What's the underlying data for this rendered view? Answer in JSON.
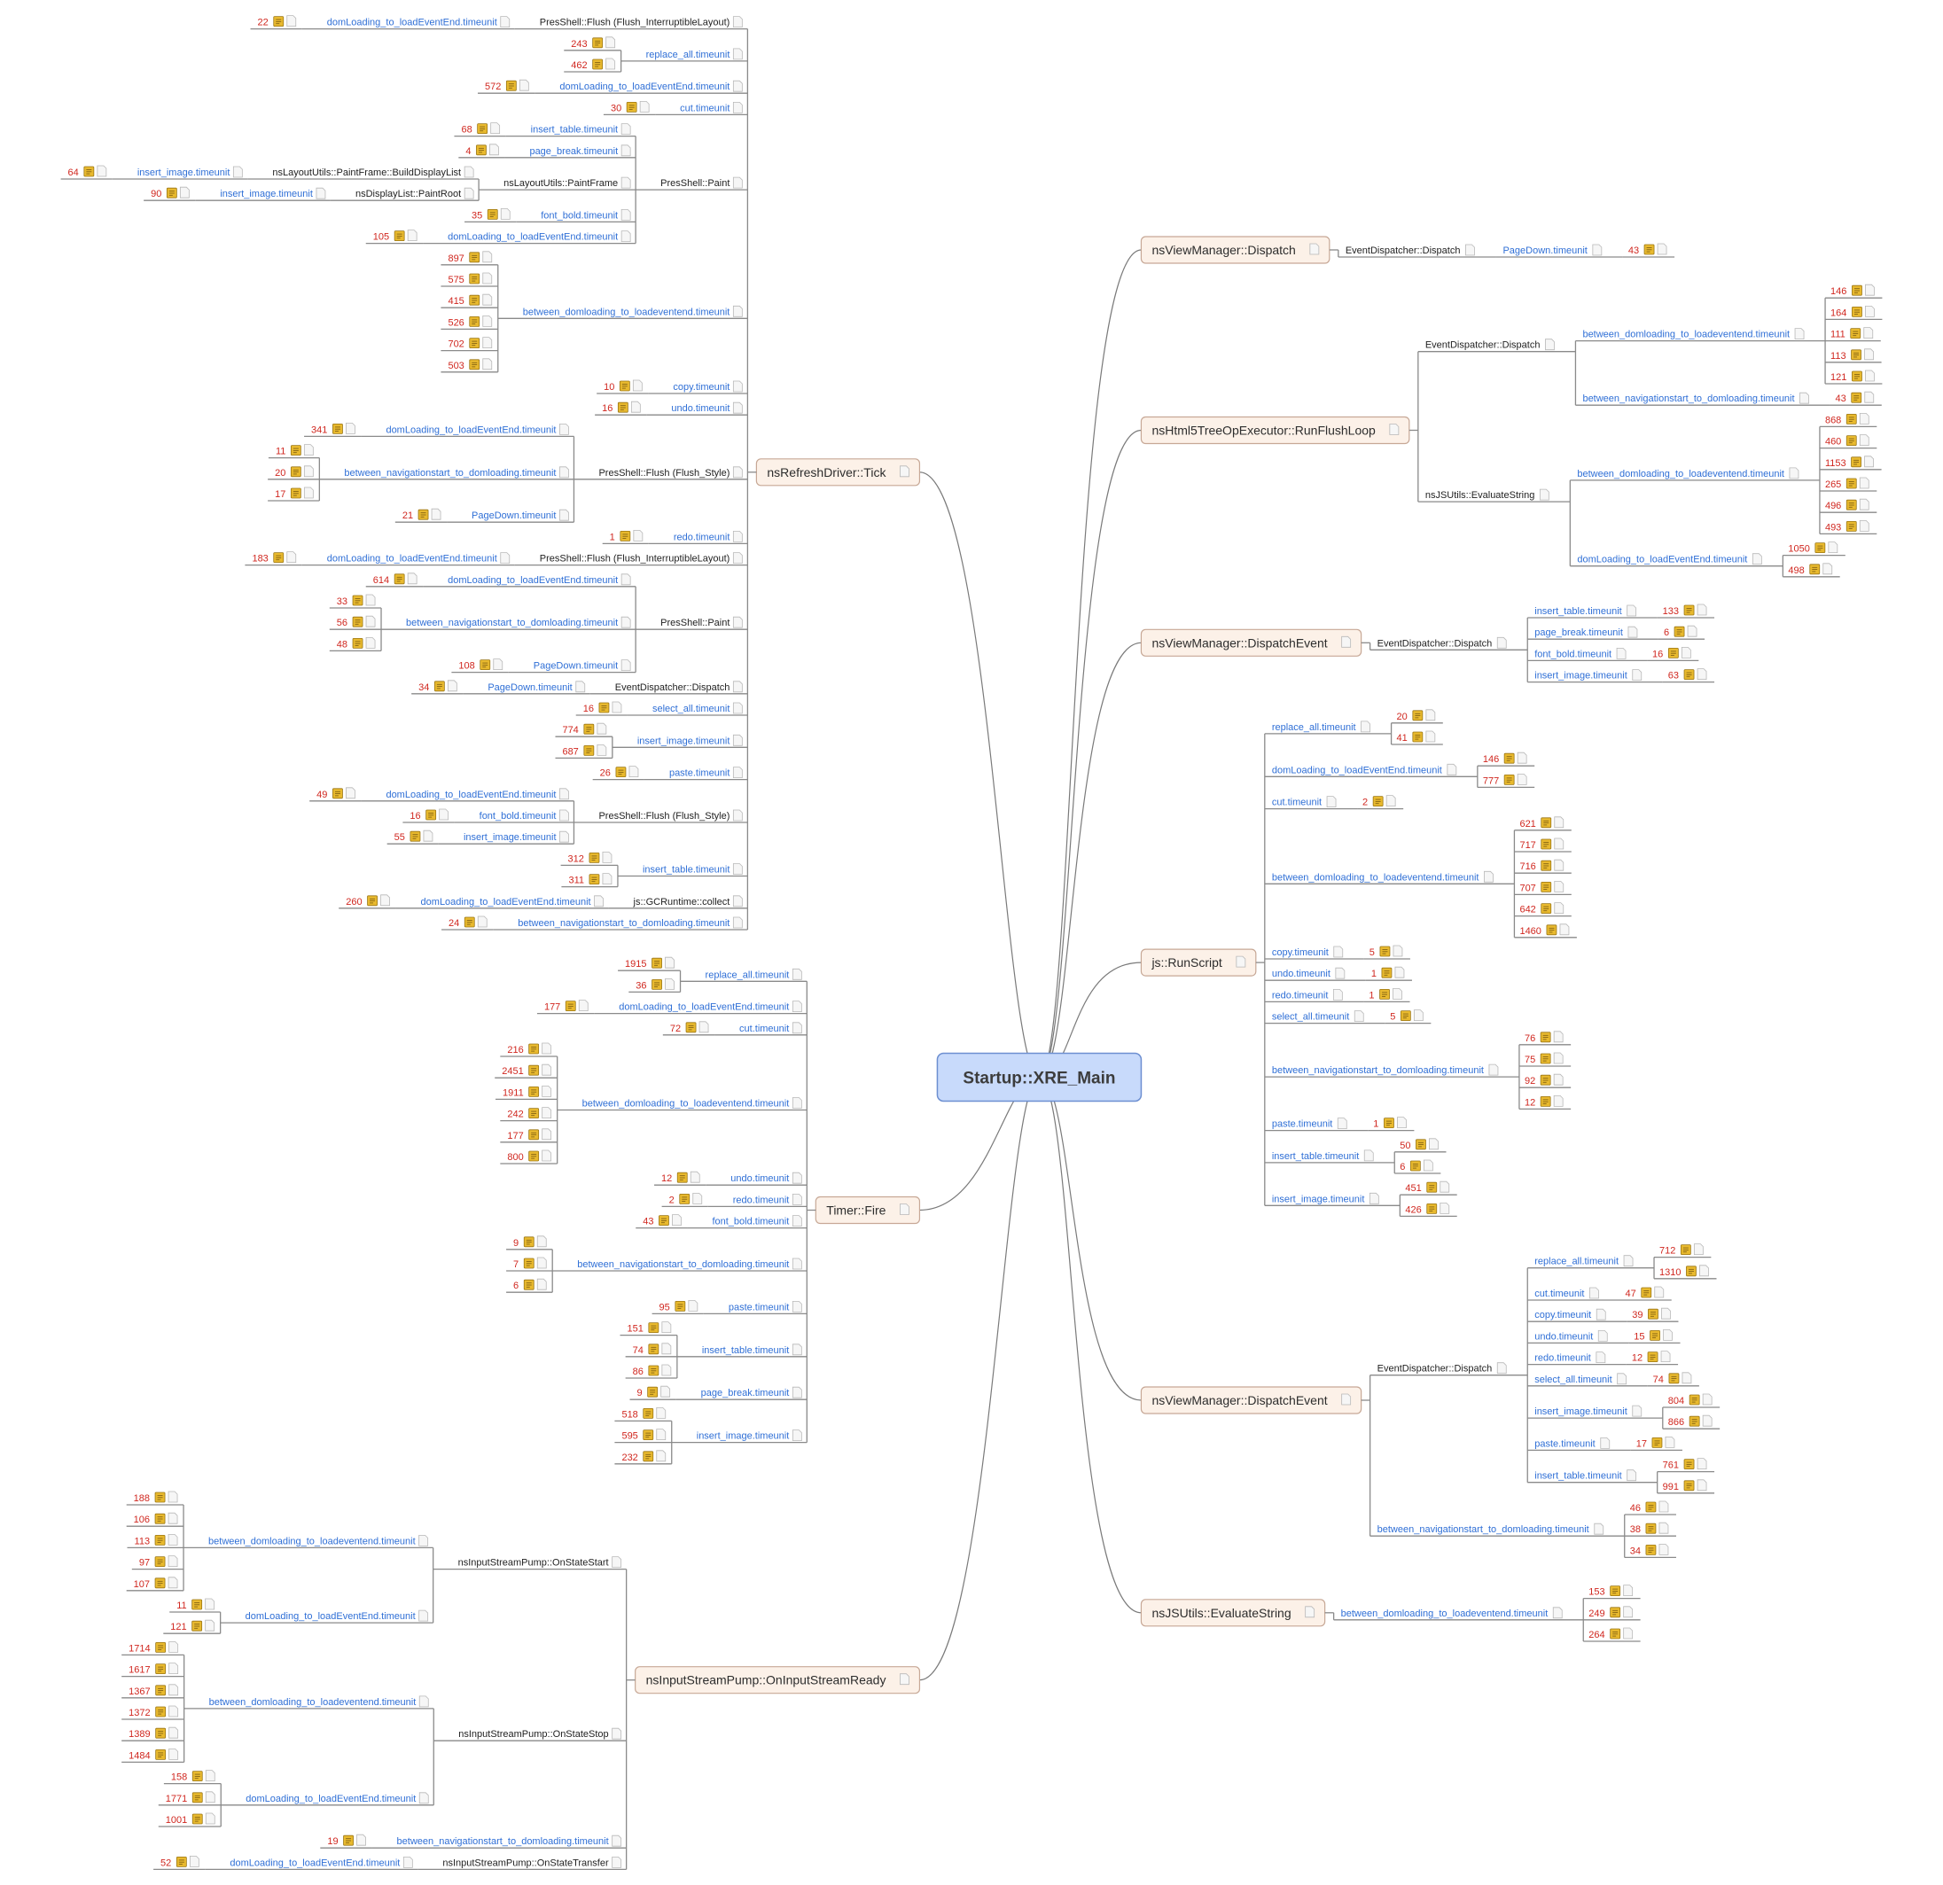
{
  "root": "Startup::XRE_Main",
  "branches": [
    {
      "side": "left",
      "label": "nsRefreshDriver::Tick",
      "children": [
        {
          "label": "PresShell::Flush (Flush_InterruptibleLayout)",
          "children": [
            {
              "label": "domLoading_to_loadEventEnd.timeunit",
              "values": [
                "22"
              ]
            }
          ]
        },
        {
          "label": "replace_all.timeunit",
          "values": [
            "243",
            "462"
          ]
        },
        {
          "label": "domLoading_to_loadEventEnd.timeunit",
          "values": [
            "572"
          ]
        },
        {
          "label": "cut.timeunit",
          "values": [
            "30"
          ]
        },
        {
          "label": "PresShell::Paint",
          "children": [
            {
              "label": "insert_table.timeunit",
              "values": [
                "68"
              ]
            },
            {
              "label": "page_break.timeunit",
              "values": [
                "4"
              ]
            },
            {
              "label": "nsLayoutUtils::PaintFrame",
              "children": [
                {
                  "label": "nsLayoutUtils::PaintFrame::BuildDisplayList",
                  "children": [
                    {
                      "label": "insert_image.timeunit",
                      "values": [
                        "64"
                      ]
                    }
                  ]
                },
                {
                  "label": "nsDisplayList::PaintRoot",
                  "children": [
                    {
                      "label": "insert_image.timeunit",
                      "values": [
                        "90"
                      ]
                    }
                  ]
                }
              ]
            },
            {
              "label": "font_bold.timeunit",
              "values": [
                "35"
              ]
            },
            {
              "label": "domLoading_to_loadEventEnd.timeunit",
              "values": [
                "105"
              ]
            }
          ]
        },
        {
          "label": "between_domloading_to_loadeventend.timeunit",
          "values": [
            "897",
            "575",
            "415",
            "526",
            "702",
            "503"
          ]
        },
        {
          "label": "copy.timeunit",
          "values": [
            "10"
          ]
        },
        {
          "label": "undo.timeunit",
          "values": [
            "16"
          ]
        },
        {
          "label": "PresShell::Flush (Flush_Style)",
          "children": [
            {
              "label": "domLoading_to_loadEventEnd.timeunit",
              "values": [
                "341"
              ]
            },
            {
              "label": "between_navigationstart_to_domloading.timeunit",
              "values": [
                "11",
                "20",
                "17"
              ]
            },
            {
              "label": "PageDown.timeunit",
              "values": [
                "21"
              ]
            }
          ]
        },
        {
          "label": "redo.timeunit",
          "values": [
            "1"
          ]
        },
        {
          "label": "PresShell::Flush (Flush_InterruptibleLayout)",
          "children": [
            {
              "label": "domLoading_to_loadEventEnd.timeunit",
              "values": [
                "183"
              ]
            }
          ]
        },
        {
          "label": "PresShell::Paint",
          "children": [
            {
              "label": "domLoading_to_loadEventEnd.timeunit",
              "values": [
                "614"
              ]
            },
            {
              "label": "between_navigationstart_to_domloading.timeunit",
              "values": [
                "33",
                "56",
                "48"
              ]
            },
            {
              "label": "PageDown.timeunit",
              "values": [
                "108"
              ]
            }
          ]
        },
        {
          "label": "EventDispatcher::Dispatch",
          "children": [
            {
              "label": "PageDown.timeunit",
              "values": [
                "34"
              ]
            }
          ]
        },
        {
          "label": "select_all.timeunit",
          "values": [
            "16"
          ]
        },
        {
          "label": "insert_image.timeunit",
          "values": [
            "774",
            "687"
          ]
        },
        {
          "label": "paste.timeunit",
          "values": [
            "26"
          ]
        },
        {
          "label": "PresShell::Flush (Flush_Style)",
          "children": [
            {
              "label": "domLoading_to_loadEventEnd.timeunit",
              "values": [
                "49"
              ]
            },
            {
              "label": "font_bold.timeunit",
              "values": [
                "16"
              ]
            },
            {
              "label": "insert_image.timeunit",
              "values": [
                "55"
              ]
            }
          ]
        },
        {
          "label": "insert_table.timeunit",
          "values": [
            "312",
            "311"
          ]
        },
        {
          "label": "js::GCRuntime::collect",
          "children": [
            {
              "label": "domLoading_to_loadEventEnd.timeunit",
              "values": [
                "260"
              ]
            }
          ]
        },
        {
          "label": "between_navigationstart_to_domloading.timeunit",
          "values": [
            "24"
          ]
        }
      ]
    },
    {
      "side": "left",
      "label": "Timer::Fire",
      "children": [
        {
          "label": "replace_all.timeunit",
          "values": [
            "1915",
            "36"
          ]
        },
        {
          "label": "domLoading_to_loadEventEnd.timeunit",
          "values": [
            "177"
          ]
        },
        {
          "label": "cut.timeunit",
          "values": [
            "72"
          ]
        },
        {
          "label": "between_domloading_to_loadeventend.timeunit",
          "values": [
            "216",
            "2451",
            "1911",
            "242",
            "177",
            "800"
          ]
        },
        {
          "label": "undo.timeunit",
          "values": [
            "12"
          ]
        },
        {
          "label": "redo.timeunit",
          "values": [
            "2"
          ]
        },
        {
          "label": "font_bold.timeunit",
          "values": [
            "43"
          ]
        },
        {
          "label": "between_navigationstart_to_domloading.timeunit",
          "values": [
            "9",
            "7",
            "6"
          ]
        },
        {
          "label": "paste.timeunit",
          "values": [
            "95"
          ]
        },
        {
          "label": "insert_table.timeunit",
          "values": [
            "151",
            "74",
            "86"
          ]
        },
        {
          "label": "page_break.timeunit",
          "values": [
            "9"
          ]
        },
        {
          "label": "insert_image.timeunit",
          "values": [
            "518",
            "595",
            "232"
          ]
        }
      ]
    },
    {
      "side": "left",
      "label": "nsInputStreamPump::OnInputStreamReady",
      "children": [
        {
          "label": "nsInputStreamPump::OnStateStart",
          "children": [
            {
              "label": "between_domloading_to_loadeventend.timeunit",
              "values": [
                "188",
                "106",
                "113",
                "97",
                "107"
              ]
            },
            {
              "label": "domLoading_to_loadEventEnd.timeunit",
              "values": [
                "11",
                "121"
              ]
            }
          ]
        },
        {
          "label": "nsInputStreamPump::OnStateStop",
          "children": [
            {
              "label": "between_domloading_to_loadeventend.timeunit",
              "values": [
                "1714",
                "1617",
                "1367",
                "1372",
                "1389",
                "1484"
              ]
            },
            {
              "label": "domLoading_to_loadEventEnd.timeunit",
              "values": [
                "158",
                "1771",
                "1001"
              ]
            }
          ]
        },
        {
          "label": "between_navigationstart_to_domloading.timeunit",
          "values": [
            "19"
          ]
        },
        {
          "label": "nsInputStreamPump::OnStateTransfer",
          "children": [
            {
              "label": "domLoading_to_loadEventEnd.timeunit",
              "values": [
                "52"
              ]
            }
          ]
        }
      ]
    },
    {
      "side": "right",
      "label": "nsViewManager::Dispatch",
      "children": [
        {
          "label": "EventDispatcher::Dispatch",
          "children": [
            {
              "label": "PageDown.timeunit",
              "values": [
                "43"
              ]
            }
          ]
        }
      ]
    },
    {
      "side": "right",
      "label": "nsHtml5TreeOpExecutor::RunFlushLoop",
      "children": [
        {
          "label": "EventDispatcher::Dispatch",
          "children": [
            {
              "label": "between_domloading_to_loadeventend.timeunit",
              "values": [
                "146",
                "164",
                "111",
                "113",
                "121"
              ]
            },
            {
              "label": "between_navigationstart_to_domloading.timeunit",
              "values": [
                "43"
              ]
            }
          ]
        },
        {
          "label": "nsJSUtils::EvaluateString",
          "children": [
            {
              "label": "between_domloading_to_loadeventend.timeunit",
              "values": [
                "868",
                "460",
                "1153",
                "265",
                "496",
                "493"
              ]
            },
            {
              "label": "domLoading_to_loadEventEnd.timeunit",
              "values": [
                "1050",
                "498"
              ]
            }
          ]
        }
      ]
    },
    {
      "side": "right",
      "label": "nsViewManager::DispatchEvent",
      "children": [
        {
          "label": "EventDispatcher::Dispatch",
          "children": [
            {
              "label": "insert_table.timeunit",
              "values": [
                "133"
              ]
            },
            {
              "label": "page_break.timeunit",
              "values": [
                "6"
              ]
            },
            {
              "label": "font_bold.timeunit",
              "values": [
                "16"
              ]
            },
            {
              "label": "insert_image.timeunit",
              "values": [
                "63"
              ]
            }
          ]
        }
      ]
    },
    {
      "side": "right",
      "label": "js::RunScript",
      "children": [
        {
          "label": "replace_all.timeunit",
          "values": [
            "20",
            "41"
          ]
        },
        {
          "label": "domLoading_to_loadEventEnd.timeunit",
          "values": [
            "146",
            "777"
          ]
        },
        {
          "label": "cut.timeunit",
          "values": [
            "2"
          ]
        },
        {
          "label": "between_domloading_to_loadeventend.timeunit",
          "values": [
            "621",
            "717",
            "716",
            "707",
            "642",
            "1460"
          ]
        },
        {
          "label": "copy.timeunit",
          "values": [
            "5"
          ]
        },
        {
          "label": "undo.timeunit",
          "values": [
            "1"
          ]
        },
        {
          "label": "redo.timeunit",
          "values": [
            "1"
          ]
        },
        {
          "label": "select_all.timeunit",
          "values": [
            "5"
          ]
        },
        {
          "label": "between_navigationstart_to_domloading.timeunit",
          "values": [
            "76",
            "75",
            "92",
            "12"
          ]
        },
        {
          "label": "paste.timeunit",
          "values": [
            "1"
          ]
        },
        {
          "label": "insert_table.timeunit",
          "values": [
            "50",
            "6"
          ]
        },
        {
          "label": "insert_image.timeunit",
          "values": [
            "451",
            "426"
          ]
        }
      ]
    },
    {
      "side": "right",
      "label": "nsViewManager::DispatchEvent",
      "children": [
        {
          "label": "EventDispatcher::Dispatch",
          "children": [
            {
              "label": "replace_all.timeunit",
              "values": [
                "712",
                "1310"
              ]
            },
            {
              "label": "cut.timeunit",
              "values": [
                "47"
              ]
            },
            {
              "label": "copy.timeunit",
              "values": [
                "39"
              ]
            },
            {
              "label": "undo.timeunit",
              "values": [
                "15"
              ]
            },
            {
              "label": "redo.timeunit",
              "values": [
                "12"
              ]
            },
            {
              "label": "select_all.timeunit",
              "values": [
                "74"
              ]
            },
            {
              "label": "insert_image.timeunit",
              "values": [
                "804",
                "866"
              ]
            },
            {
              "label": "paste.timeunit",
              "values": [
                "17"
              ]
            },
            {
              "label": "insert_table.timeunit",
              "values": [
                "761",
                "991"
              ]
            }
          ]
        },
        {
          "label": "between_navigationstart_to_domloading.timeunit",
          "values": [
            "46",
            "38",
            "34"
          ]
        }
      ]
    },
    {
      "side": "right",
      "label": "nsJSUtils::EvaluateString",
      "children": [
        {
          "label": "between_domloading_to_loadeventend.timeunit",
          "values": [
            "153",
            "249",
            "264"
          ]
        }
      ]
    }
  ]
}
